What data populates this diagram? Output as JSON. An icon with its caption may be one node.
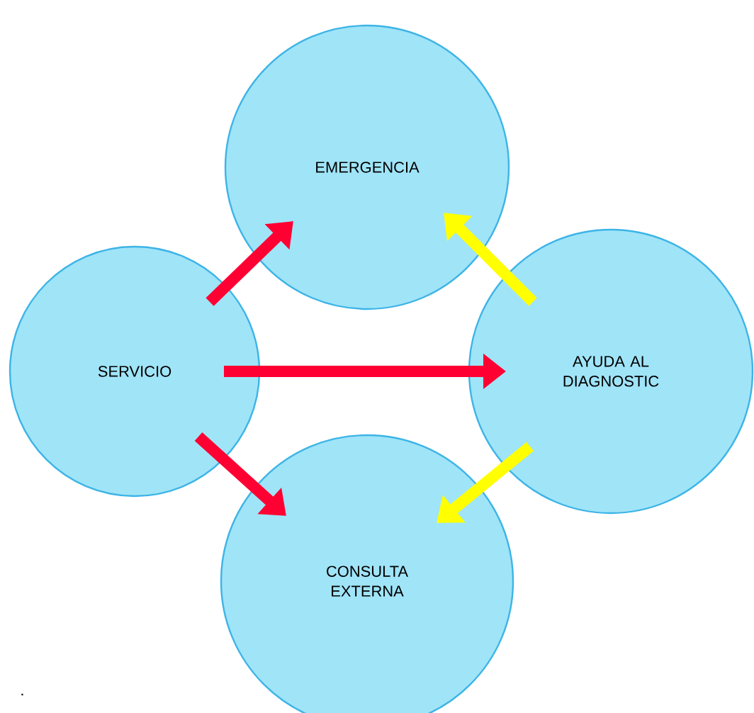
{
  "diagram": {
    "nodes": [
      {
        "text": [
          "EMERGENCIA"
        ]
      },
      {
        "text": [
          "SERVICIO"
        ]
      },
      {
        "text": [
          "AYUDA AL DIAGNOSTIC"
        ]
      },
      {
        "text": [
          "CONSULTA EXTERNA"
        ]
      }
    ],
    "edges": [
      {
        "from": 1,
        "to": 0,
        "arrow": "to"
      },
      {
        "from": 1,
        "to": 2,
        "arrow": "to"
      },
      {
        "from": 1,
        "to": 3,
        "arrow": "to"
      },
      {
        "from": 2,
        "to": 0,
        "arrow": "to",
        "color": "#ffff00"
      },
      {
        "from": 2,
        "to": 3,
        "arrow": "to",
        "color": "#ffff00"
      }
    ],
    "labels": [
      "."
    ]
  }
}
